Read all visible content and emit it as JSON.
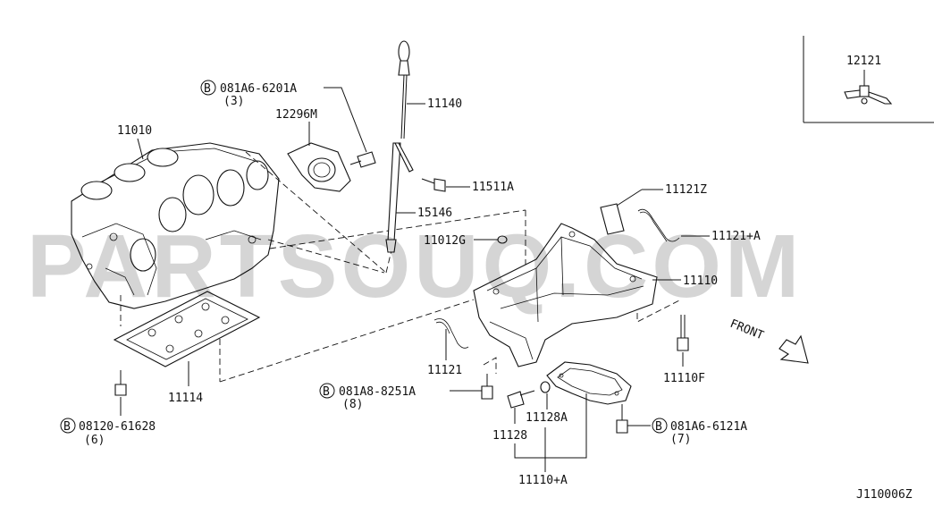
{
  "watermark": "PARTSOUQ.COM",
  "diagram_code": "J110006Z",
  "labels": {
    "p11010": "11010",
    "p12296m": "12296M",
    "p11140": "11140",
    "p11511a": "11511A",
    "p15146": "15146",
    "p11012g": "11012G",
    "p11121z": "11121Z",
    "p11121a": "11121+A",
    "p11110": "11110",
    "p11110f": "11110F",
    "p11121": "11121",
    "p11114": "11114",
    "p11128": "11128",
    "p11128a": "11128A",
    "p11110a": "11110+A",
    "p12121": "12121",
    "front": "FRONT"
  },
  "bolts": {
    "b1": {
      "marker": "B",
      "code": "081A6-6201A",
      "qty": "(3)"
    },
    "b2": {
      "marker": "B",
      "code": "08120-61628",
      "qty": "(6)"
    },
    "b3": {
      "marker": "B",
      "code": "081A8-8251A",
      "qty": "(8)"
    },
    "b4": {
      "marker": "B",
      "code": "081A6-6121A",
      "qty": "(7)"
    }
  }
}
